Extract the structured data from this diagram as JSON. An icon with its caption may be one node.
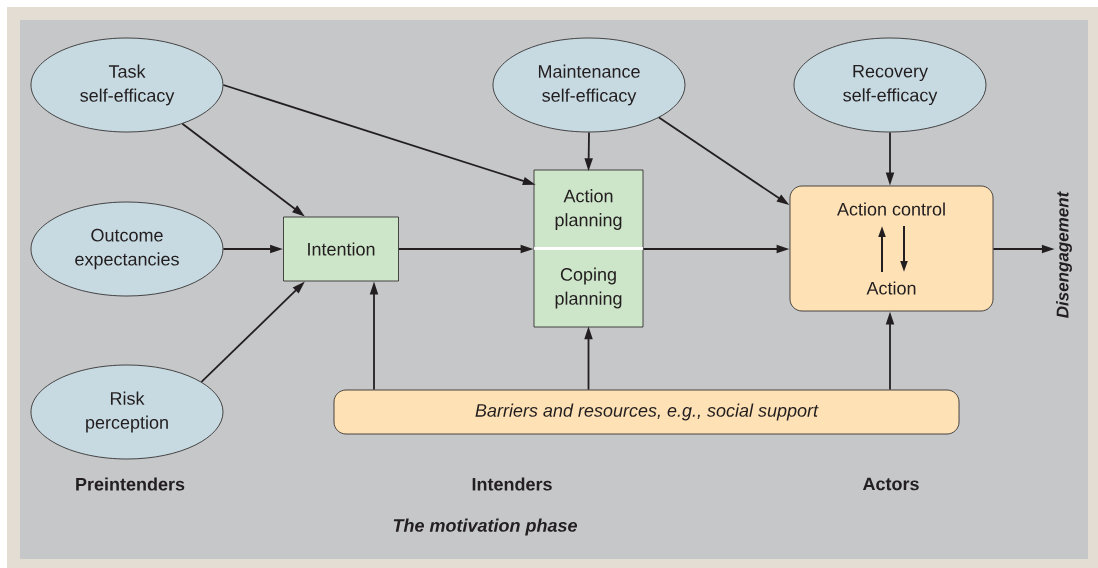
{
  "diagram": {
    "nodes": [
      {
        "text": [
          "Task self-efficacy"
        ]
      },
      {
        "text": [
          "Maintenance self-efficacy"
        ]
      },
      {
        "text": [
          "Recovery self-efficacy"
        ]
      },
      {
        "text": [
          "Outcome expectancies"
        ]
      },
      {
        "text": [
          "Intention"
        ]
      },
      {
        "text": [],
        "shape": "box"
      },
      {
        "text": [
          "Action planning"
        ],
        "in": 5
      },
      {
        "text": [
          "Coping planning"
        ],
        "in": 5
      },
      {
        "text": [
          "Action control",
          "Action"
        ]
      },
      {
        "text": [
          "Disengagement"
        ]
      },
      {
        "text": [
          "Risk perception"
        ]
      },
      {
        "text": [
          "Barriers and resources, e.g., social support"
        ]
      }
    ],
    "edges": [
      {
        "from": 0,
        "to": 4,
        "arrow": "to"
      },
      {
        "from": 0,
        "to": 6,
        "arrow": "to"
      },
      {
        "from": 1,
        "to": 6,
        "arrow": "to"
      },
      {
        "from": 1,
        "to": 8,
        "arrow": "to"
      },
      {
        "from": 2,
        "to": 8,
        "arrow": "to"
      },
      {
        "from": 3,
        "to": 4,
        "arrow": "to"
      },
      {
        "from": 10,
        "to": 4,
        "arrow": "to"
      },
      {
        "from": 4,
        "to": 5,
        "arrow": "to"
      },
      {
        "from": 5,
        "to": 8,
        "arrow": "to"
      },
      {
        "from": 8,
        "to": 9,
        "arrow": "to"
      },
      {
        "from": 11,
        "to": 4,
        "arrow": "to"
      },
      {
        "from": 11,
        "to": 7,
        "arrow": "to"
      },
      {
        "from": 11,
        "to": 8,
        "arrow": "to"
      }
    ],
    "labels": [
      "Preintenders",
      "Intenders",
      "Actors",
      "The motivation phase"
    ]
  }
}
